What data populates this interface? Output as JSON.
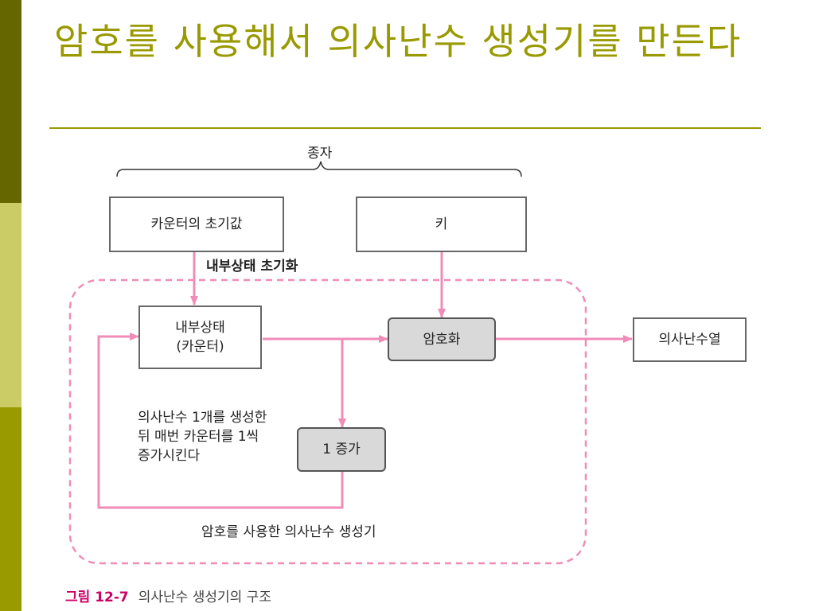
{
  "title": "암호를 사용해서 의사난수 생성기를 만든다",
  "diagram": {
    "seed_label": "종자",
    "counter_init_box": "카운터의 초기값",
    "key_box": "키",
    "init_state_label": "내부상태 초기화",
    "internal_state_line1": "내부상태",
    "internal_state_line2": "(카운터)",
    "encrypt_box": "암호화",
    "output_box": "의사난수열",
    "increment_box": "1 증가",
    "note_line1": "의사난수 1개를 생성한",
    "note_line2": "뒤 매번 카운터를 1씩",
    "note_line3": "증가시킨다",
    "region_label": "암호를 사용한 의사난수 생성기"
  },
  "caption": {
    "figure_number": "그림 12-7",
    "text": "의사난수 생성기의 구조"
  },
  "colors": {
    "title": "#999900",
    "arrow": "#f08cb8",
    "dashed_border": "#f08cb8",
    "caption_number": "#cc0066"
  }
}
